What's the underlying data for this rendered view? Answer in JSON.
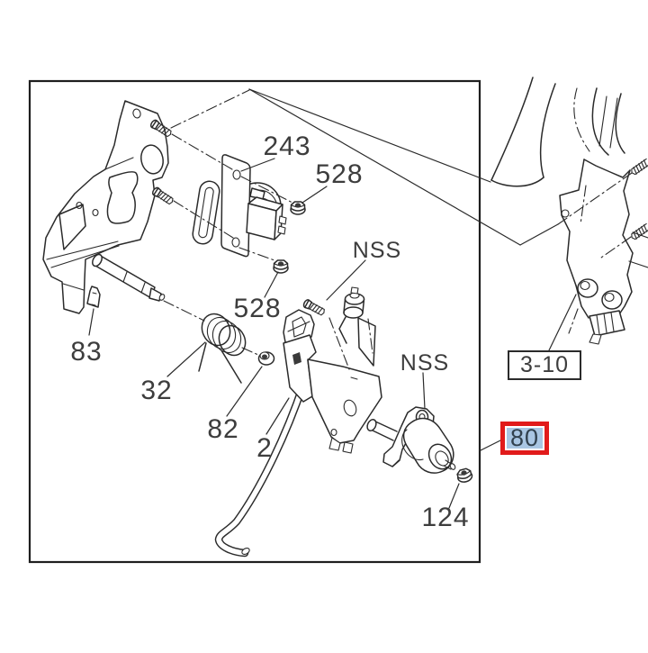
{
  "labels": {
    "part_243": "243",
    "nut_upper_528": "528",
    "nut_lower_528": "528",
    "nss_upper": "NSS",
    "nss_lower": "NSS",
    "clip_83": "83",
    "spring_32": "32",
    "grommet_82": "82",
    "lever_2": "2",
    "nut_124": "124"
  },
  "reference_box": {
    "label": "3-10"
  },
  "highlighted_part": {
    "label": "80"
  },
  "colors": {
    "background": "#ffffff",
    "line": "#2b2b2b",
    "label_text": "#3d3d3d",
    "highlight_border": "#e11b1b",
    "highlight_fill": "#a9c6e3",
    "highlight_text": "#31414e"
  }
}
